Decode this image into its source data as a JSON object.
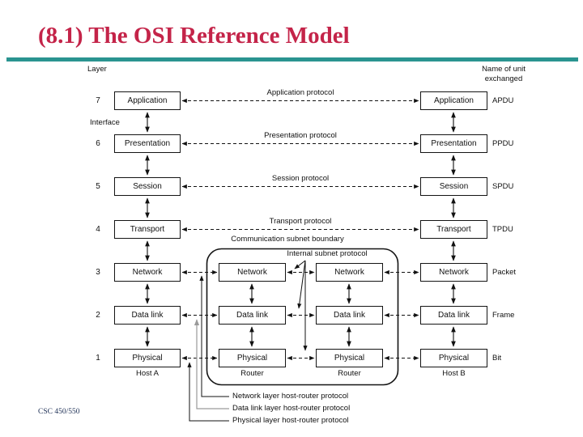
{
  "slide": {
    "title": "(8.1) The OSI Reference Model",
    "footer": "CSC 450/550",
    "title_color": "#C42449",
    "accent_color": "#2A9490"
  },
  "diagram": {
    "layer_axis_label": "Layer",
    "unit_header_line1": "Name of unit",
    "unit_header_line2": "exchanged",
    "interface_label": "Interface",
    "layers": [
      {
        "num": "7",
        "name": "Application",
        "unit": "APDU",
        "protocol": "Application protocol"
      },
      {
        "num": "6",
        "name": "Presentation",
        "unit": "PPDU",
        "protocol": "Presentation protocol"
      },
      {
        "num": "5",
        "name": "Session",
        "unit": "SPDU",
        "protocol": "Session protocol"
      },
      {
        "num": "4",
        "name": "Transport",
        "unit": "TPDU",
        "protocol": "Transport protocol"
      },
      {
        "num": "3",
        "name": "Network",
        "unit": "Packet",
        "protocol": ""
      },
      {
        "num": "2",
        "name": "Data link",
        "unit": "Frame",
        "protocol": ""
      },
      {
        "num": "1",
        "name": "Physical",
        "unit": "Bit",
        "protocol": ""
      }
    ],
    "router_layers": [
      "Network",
      "Data link",
      "Physical"
    ],
    "hosts": {
      "left": "Host A",
      "right": "Host B"
    },
    "router_label": "Router",
    "subnet": {
      "boundary_label": "Communication subnet boundary",
      "internal_label": "Internal subnet protocol"
    },
    "legend": [
      "Network layer host-router protocol",
      "Data link layer host-router protocol",
      "Physical layer host-router protocol"
    ]
  }
}
